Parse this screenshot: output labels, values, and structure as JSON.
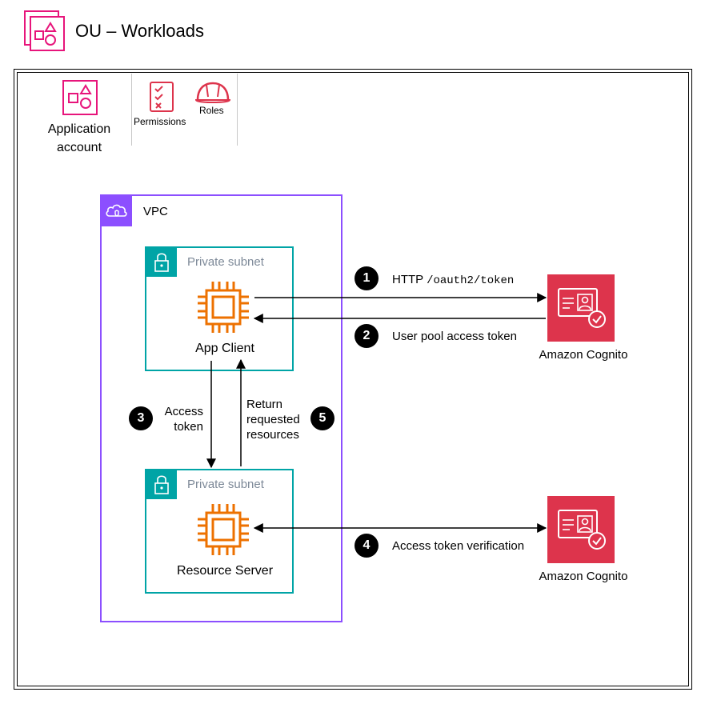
{
  "ou": {
    "title": "OU – Workloads"
  },
  "account": {
    "label_line1": "Application",
    "label_line2": "account"
  },
  "permissions": {
    "label": "Permissions"
  },
  "roles": {
    "label": "Roles"
  },
  "vpc": {
    "label": "VPC"
  },
  "subnet_top": {
    "label": "Private subnet"
  },
  "subnet_bottom": {
    "label": "Private subnet"
  },
  "app_client": {
    "label": "App Client"
  },
  "resource_server": {
    "label": "Resource Server"
  },
  "cognito_top": {
    "label": "Amazon Cognito"
  },
  "cognito_bottom": {
    "label": "Amazon Cognito"
  },
  "steps": [
    {
      "number": "1",
      "prefix": "HTTP",
      "code": "/oauth2/token"
    },
    {
      "number": "2",
      "text": "User pool access token"
    },
    {
      "number": "3",
      "line1": "Access",
      "line2": "token"
    },
    {
      "number": "4",
      "text": "Access token verification"
    },
    {
      "number": "5",
      "line1": "Return",
      "line2": "requested",
      "line3": "resources"
    }
  ],
  "colors": {
    "ou_magenta": "#e7157b",
    "vpc_purple": "#8c4fff",
    "subnet_teal": "#00a4a6",
    "compute_orange": "#ed7100",
    "cognito_red": "#dd344c",
    "roles_red": "#dd344c",
    "perm_red": "#dd344c"
  }
}
